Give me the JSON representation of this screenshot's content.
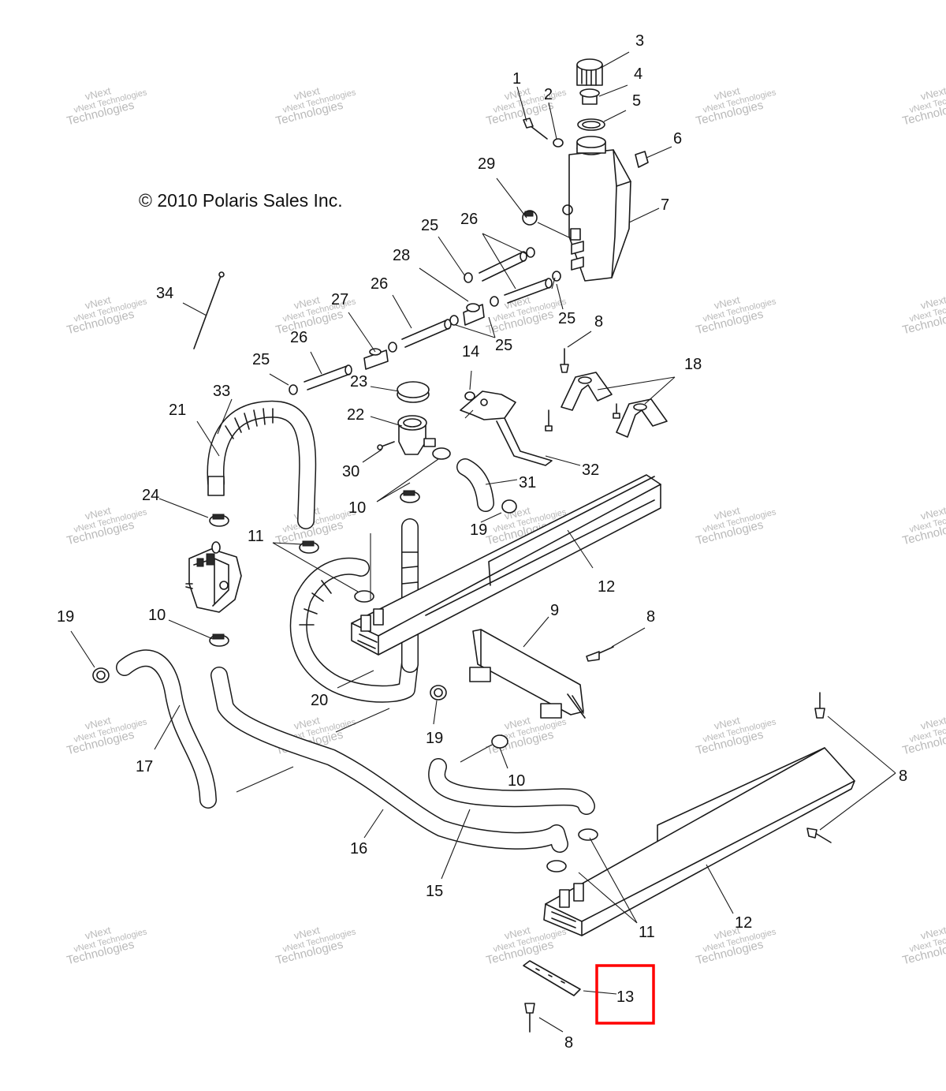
{
  "copyright": "© 2010 Polaris Sales Inc.",
  "watermark": {
    "line1": "vNext",
    "line2": "vNext Technologies",
    "line3": "Technologies"
  },
  "highlight": {
    "part": "13",
    "color": "#ff0000"
  },
  "callouts": {
    "c1": "1",
    "c2": "2",
    "c3": "3",
    "c4": "4",
    "c5": "5",
    "c6": "6",
    "c7": "7",
    "c8a": "8",
    "c8b": "8",
    "c8c": "8",
    "c8d": "8",
    "c9": "9",
    "c10a": "10",
    "c10b": "10",
    "c10c": "10",
    "c11a": "11",
    "c11b": "11",
    "c12a": "12",
    "c12b": "12",
    "c13": "13",
    "c14": "14",
    "c15": "15",
    "c16": "16",
    "c17": "17",
    "c18": "18",
    "c19a": "19",
    "c19b": "19",
    "c19c": "19",
    "c20": "20",
    "c21": "21",
    "c22": "22",
    "c23": "23",
    "c24": "24",
    "c25a": "25",
    "c25b": "25",
    "c25c": "25",
    "c25d": "25",
    "c26a": "26",
    "c26b": "26",
    "c26c": "26",
    "c27": "27",
    "c28": "28",
    "c29": "29",
    "c30": "30",
    "c31": "31",
    "c32": "32",
    "c33": "33",
    "c34": "34"
  }
}
